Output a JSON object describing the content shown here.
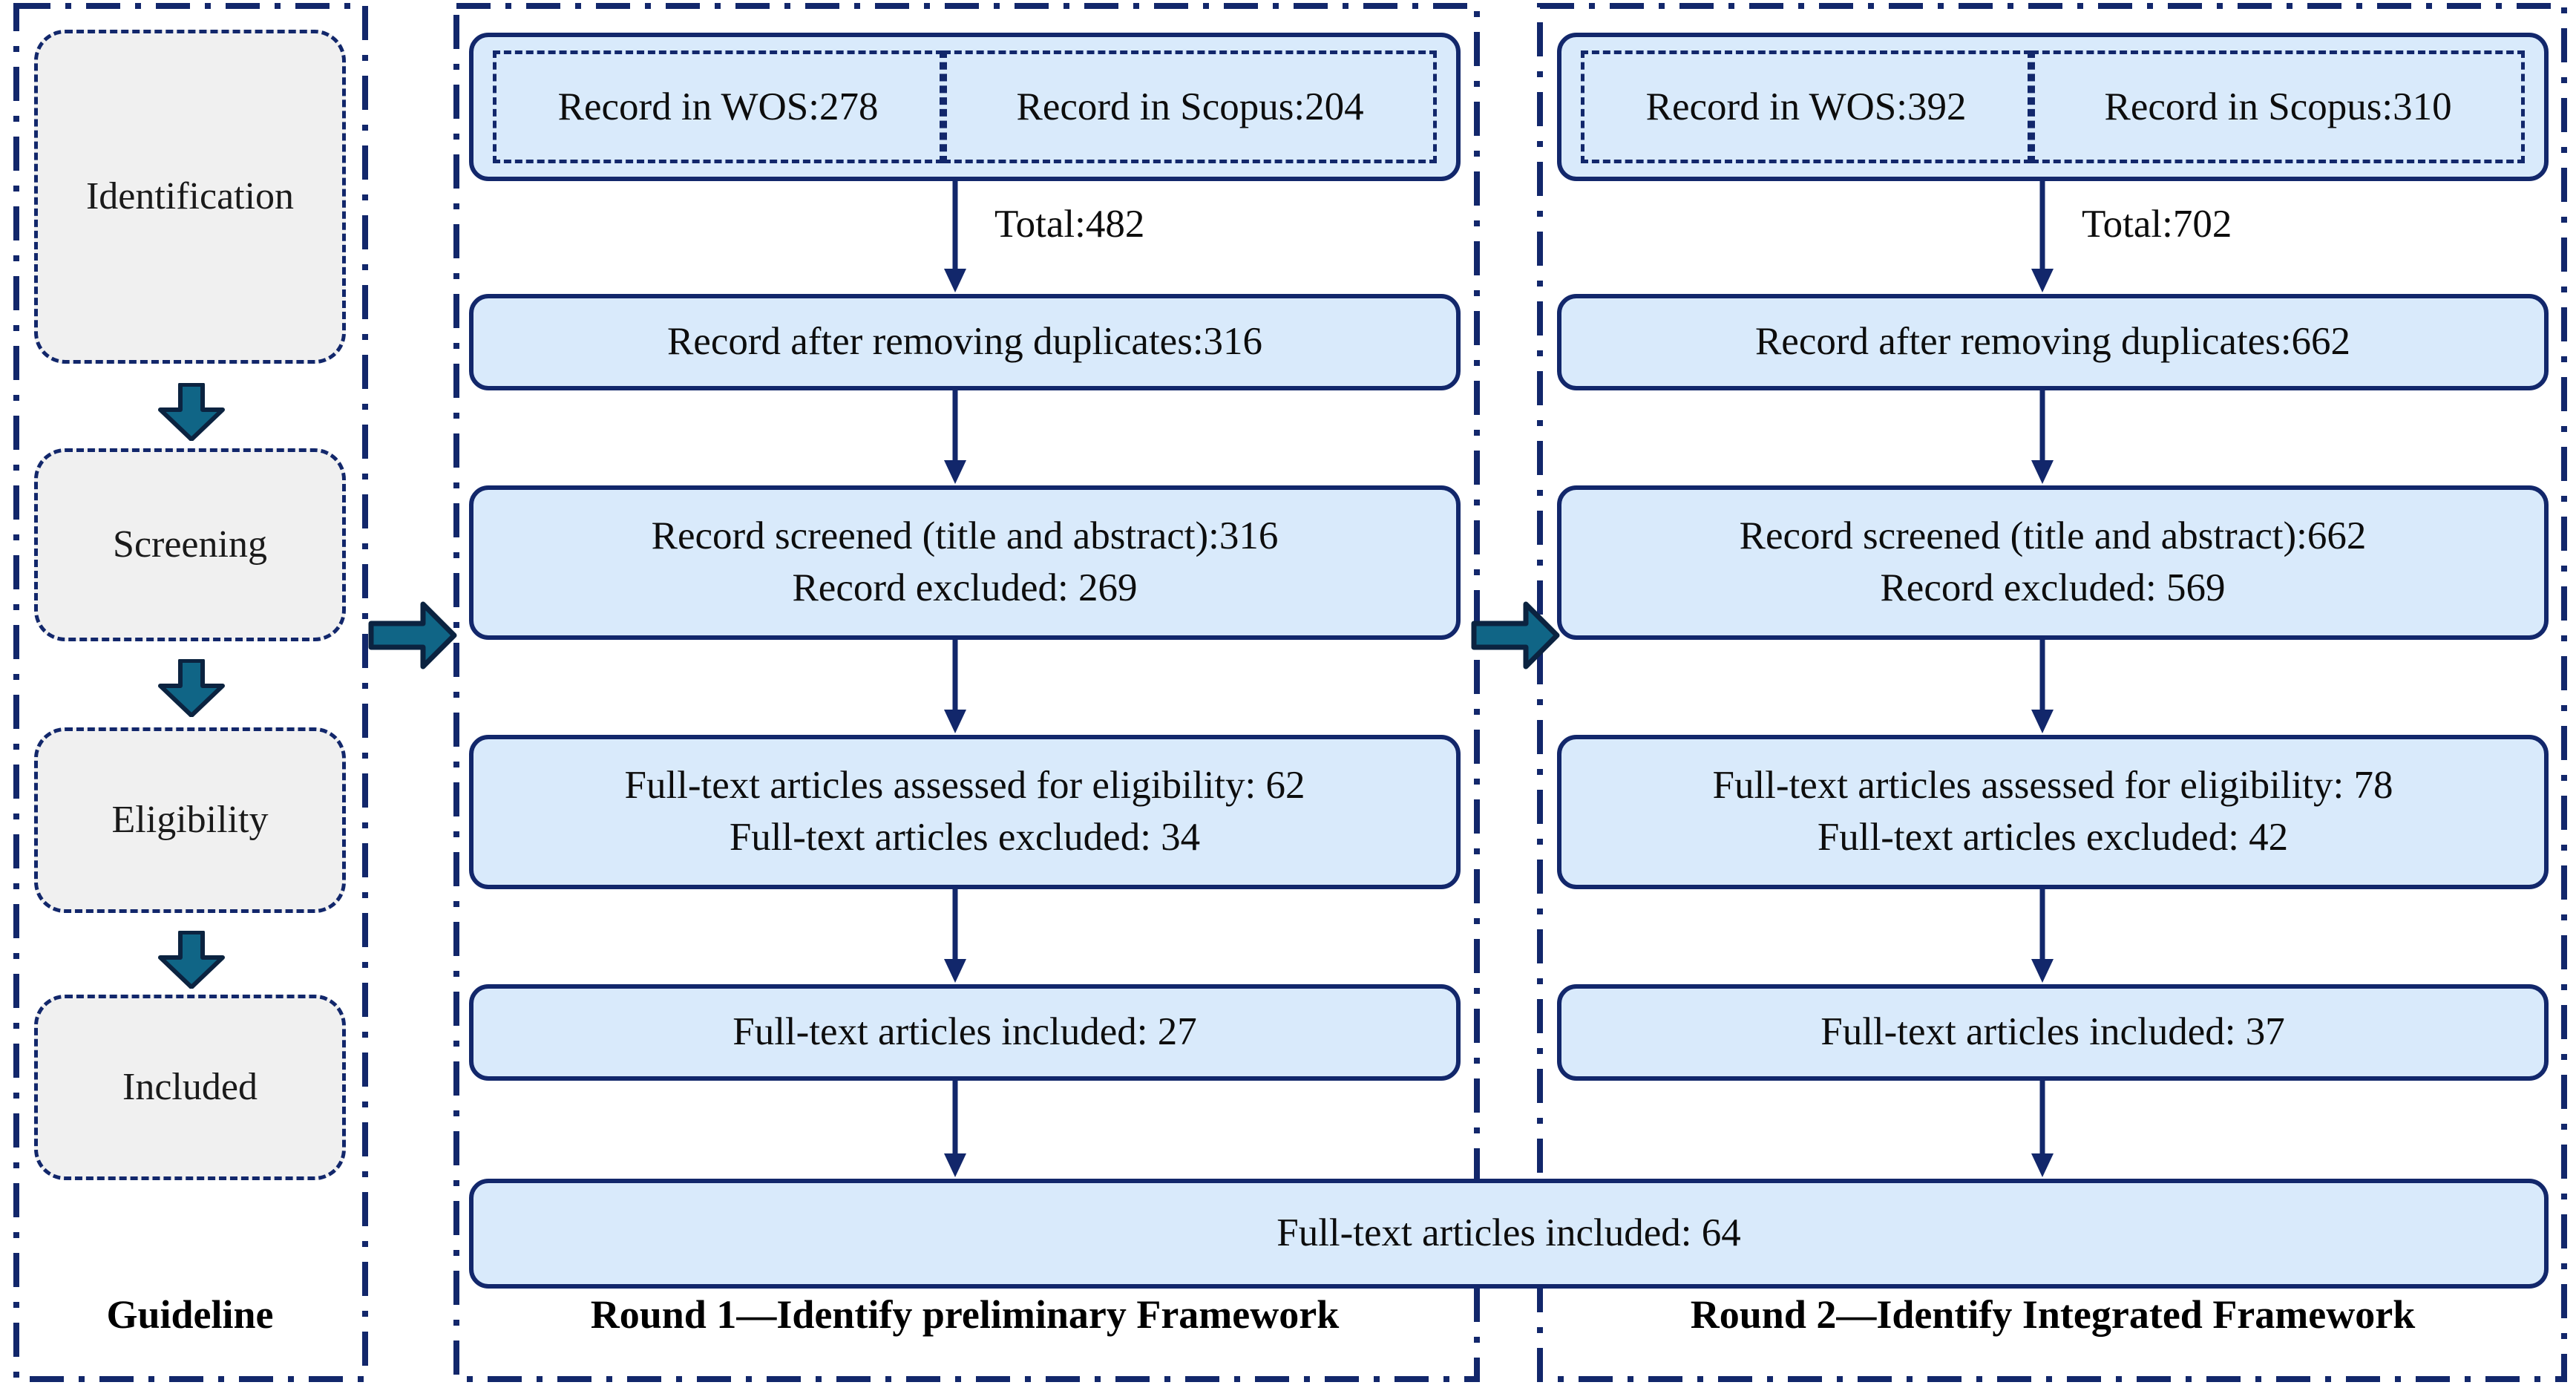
{
  "figure": {
    "type": "prisma-flow-diagram",
    "title": "PRISMA literature screening flow diagram"
  },
  "colors": {
    "panel_border": "#12276b",
    "box_border": "#12276b",
    "box_fill": "#d9eafb",
    "stage_fill": "#f0f0f0",
    "teal_arrow": "#106586",
    "teal_arrow_outline": "#0b2340",
    "text": "#0d0d0d"
  },
  "guideline": {
    "caption": "Guideline",
    "stages": [
      {
        "label": "Identification"
      },
      {
        "label": "Screening"
      },
      {
        "label": "Eligibility"
      },
      {
        "label": "Included"
      }
    ],
    "arrows": [
      {
        "name": "identification-to-screening",
        "icon": "down-block-arrow-icon"
      },
      {
        "name": "screening-to-eligibility",
        "icon": "down-block-arrow-icon"
      },
      {
        "name": "eligibility-to-included",
        "icon": "down-block-arrow-icon"
      }
    ]
  },
  "cross_arrows": [
    {
      "name": "guideline-to-round1",
      "icon": "right-block-arrow-icon"
    },
    {
      "name": "round1-to-round2",
      "icon": "right-block-arrow-icon"
    }
  ],
  "round1": {
    "caption": "Round 1—Identify preliminary Framework",
    "sources": [
      {
        "label": "Record in WOS:278"
      },
      {
        "label": "Record in Scopus:204"
      }
    ],
    "total_label": "Total:482",
    "steps": [
      {
        "lines": [
          "Record after removing duplicates:316"
        ]
      },
      {
        "lines": [
          "Record screened (title and abstract):316",
          "Record excluded: 269"
        ]
      },
      {
        "lines": [
          "Full-text articles assessed for eligibility: 62",
          "Full-text articles excluded: 34"
        ]
      },
      {
        "lines": [
          "Full-text articles included: 27"
        ]
      }
    ]
  },
  "round2": {
    "caption": "Round 2—Identify Integrated Framework",
    "sources": [
      {
        "label": "Record in WOS:392"
      },
      {
        "label": "Record in Scopus:310"
      }
    ],
    "total_label": "Total:702",
    "steps": [
      {
        "lines": [
          "Record after removing duplicates:662"
        ]
      },
      {
        "lines": [
          "Record screened (title and abstract):662",
          "Record excluded: 569"
        ]
      },
      {
        "lines": [
          "Full-text articles assessed for eligibility: 78",
          "Full-text articles excluded: 42"
        ]
      },
      {
        "lines": [
          "Full-text articles included: 37"
        ]
      }
    ]
  },
  "combined": {
    "label": "Full-text articles included: 64"
  },
  "chart_data": {
    "type": "table",
    "title": "PRISMA record counts by round",
    "categories": [
      "Record in WOS",
      "Record in Scopus",
      "Total",
      "Record after removing duplicates",
      "Record screened (title and abstract)",
      "Record excluded",
      "Full-text articles assessed for eligibility",
      "Full-text articles excluded",
      "Full-text articles included"
    ],
    "series": [
      {
        "name": "Round 1—Identify preliminary Framework",
        "values": [
          278,
          204,
          482,
          316,
          316,
          269,
          62,
          34,
          27
        ]
      },
      {
        "name": "Round 2—Identify Integrated Framework",
        "values": [
          392,
          310,
          702,
          662,
          662,
          569,
          78,
          42,
          37
        ]
      }
    ],
    "combined_included": 64
  }
}
